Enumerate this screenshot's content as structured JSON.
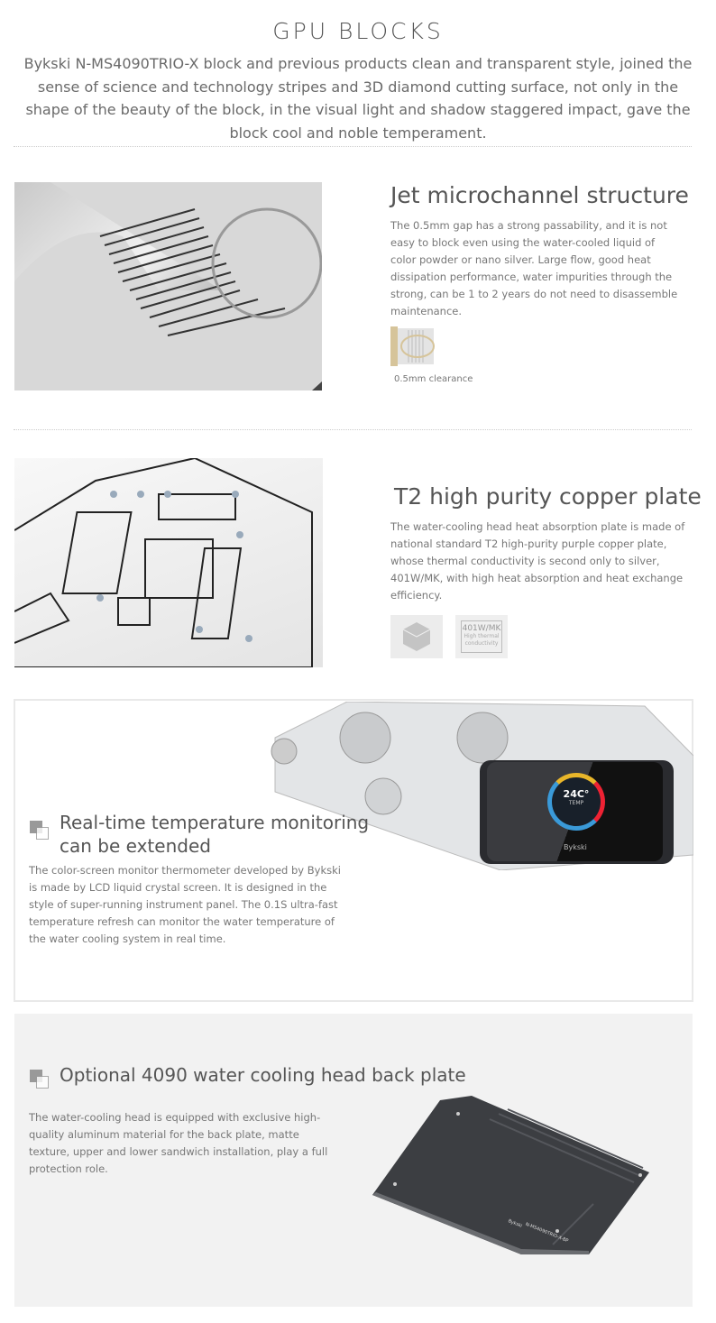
{
  "header": {
    "title": "GPU BLOCKS",
    "intro": "Bykski N-MS4090TRIO-X block and previous products clean and transparent style, joined the sense of science and technology stripes and 3D diamond cutting surface, not only in the shape of the beauty of the block, in the visual light and shadow staggered impact, gave the block cool and noble temperament."
  },
  "sections": [
    {
      "title": "Jet microchannel structure",
      "text": "The 0.5mm gap has a strong passability, and it is not easy to block even using the water-cooled liquid of color powder or nano silver. Large flow, good heat dissipation performance, water impurities through the strong, can be 1 to 2 years do not need to disassemble maintenance.",
      "badge_label": "0.5mm clearance"
    },
    {
      "title": "T2 high purity copper plate",
      "text": "The water-cooling head heat absorption plate is made of national standard T2 high-purity purple copper plate, whose thermal conductivity is second only to silver, 401W/MK, with high heat absorption and heat exchange efficiency.",
      "badge_value": "401W/MK",
      "badge_caption": "High thermal conductivity"
    },
    {
      "title_line1": "Real-time temperature monitoring",
      "title_line2": "can be extended",
      "text": "The color-screen monitor thermometer developed by Bykski is made by LCD liquid crystal screen. It is designed in the style of super-running instrument panel. The 0.1S ultra-fast temperature refresh can monitor the water temperature of the water cooling system in real time.",
      "screen_temp": "24C°",
      "screen_label": "TEMP",
      "screen_brand": "Bykski"
    },
    {
      "title": "Optional 4090 water cooling head back plate",
      "text": "The water-cooling head is equipped with exclusive high-quality aluminum material for the back plate, matte texture, upper and lower sandwich installation, play a full protection role.",
      "plate_brand": "Bykski",
      "plate_model": "N-MS4090TRIO-X-BP"
    }
  ]
}
